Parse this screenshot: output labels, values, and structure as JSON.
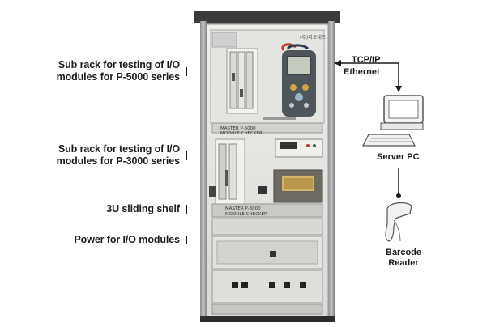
{
  "left_labels": [
    {
      "lines": [
        "Sub rack for testing of I/O",
        "modules for P-5000 series"
      ]
    },
    {
      "lines": [
        "Sub rack for testing of I/O",
        "modules for P-3000 series"
      ]
    },
    {
      "lines": [
        "3U sliding shelf"
      ]
    },
    {
      "lines": [
        "Power for I/O modules"
      ]
    }
  ],
  "connection": {
    "lines": [
      "TCP/IP",
      "Ethernet"
    ]
  },
  "server": {
    "label": "Server PC"
  },
  "scanner": {
    "lines": [
      "Barcode",
      "Reader"
    ]
  },
  "cabinet": {
    "brand_tag": "(주)지오네트",
    "module_tag_1": [
      "MASTER P-5000",
      "MODULE CHECKER"
    ],
    "module_tag_2": [
      "MASTER P-3000",
      "MODULE CHECKER"
    ]
  }
}
